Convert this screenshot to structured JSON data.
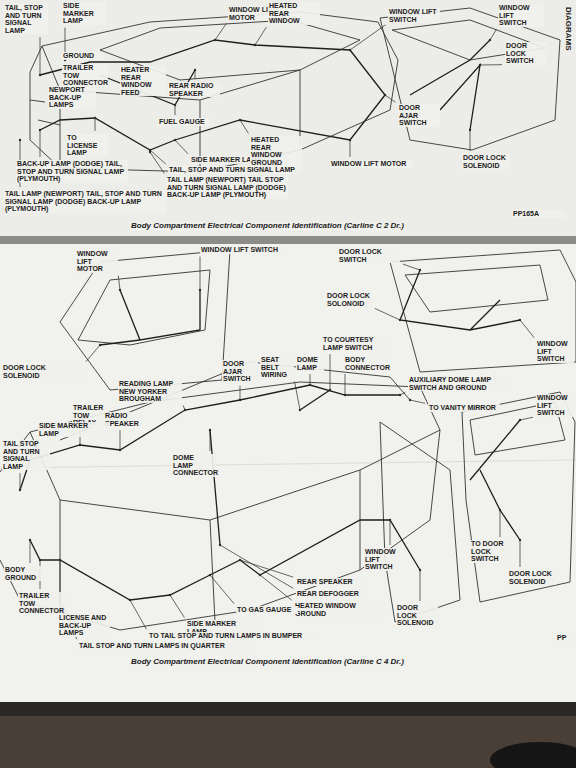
{
  "diagram": {
    "labels": [
      "TAIL, STOP AND TURN SIGNAL LAMP",
      "SIDE MARKER LAMP",
      "WINDOW LIFT MOTOR",
      "HEATED REAR WINDOW",
      "WINDOW LIFT SWITCH",
      "DIAGRAMS",
      "WINDOW LIFT SWITCH",
      "DOOR LOCK SWITCH",
      "GROUND",
      "TRAILER TOW CONNECTOR",
      "HEATER REAR WINDOW FEED",
      "NEWPORT BACK-UP LAMPS",
      "REAR RADIO SPEAKER",
      "FUEL GAUGE",
      "DOOR AJAR SWITCH",
      "TO LICENSE LAMP",
      "SIDE MARKER LAMP",
      "HEATED REAR WINDOW GROUND",
      "WINDOW LIFT MOTOR",
      "DOOR LOCK SOLENOID",
      "BACK-UP LAMP (DODGE) TAIL, STOP AND TURN SIGNAL LAMP (PLYMOUTH)",
      "TAIL, STOP AND TURN SIGNAL LAMP",
      "TAIL LAMP (NEWPORT) TAIL STOP AND TURN SIGNAL LAMP (DODGE) BACK-UP LAMP (PLYMOUTH)",
      "TAIL LAMP (NEWPORT) TAIL, STOP AND TURN SIGNAL LAMP (DODGE) BACK-UP LAMP (PLYMOUTH)",
      "PP165A",
      "Body Compartment Electrical Component Identification (Carline C 2 Dr.)",
      "WINDOW LIFT MOTOR",
      "WINDOW LIFT SWITCH",
      "DOOR LOCK SWITCH",
      "DOOR LOCK SOLONOID",
      "DOOR LOCK SOLENOID",
      "WINDOW LIFT SWITCH",
      "TO COURTESY LAMP SWITCH",
      "SEAT BELT WIRING",
      "DOME LAMP",
      "BODY CONNECTOR",
      "DOOR AJAR SWITCH",
      "AUXILIARY DOME LAMP SWITCH AND GROUND",
      "READING LAMP NEW YORKER BROUGHAM",
      "TRAILER TOW RELAY",
      "RADIO SPEAKER",
      "TO VANITY MIRROR",
      "WINDOW LIFT SWITCH",
      "SIDE MARKER LAMP",
      "TAIL STOP AND TURN SIGNAL LAMP",
      "DOME LAMP CONNECTOR",
      "BODY GROUND",
      "TRAILER TOW CONNECTOR",
      "LICENSE AND BACK-UP LAMPS",
      "WINDOW LIFT SWITCH",
      "TO DOOR LOCK SWITCH",
      "DOOR LOCK SOLENOID",
      "REAR SPEAKER",
      "REAR DEFOGGER",
      "HEATED WINDOW GROUND",
      "DOOR LOCK SOLENOID",
      "TO GAS GAUGE",
      "SIDE MARKER LAMP",
      "PP",
      "TO TAIL STOP AND TURN LAMPS IN BUMPER",
      "TAIL STOP AND TURN LAMPS IN QUARTER",
      "Body Compartment Electrical Component Identification (Carline C 4 Dr.)"
    ]
  }
}
